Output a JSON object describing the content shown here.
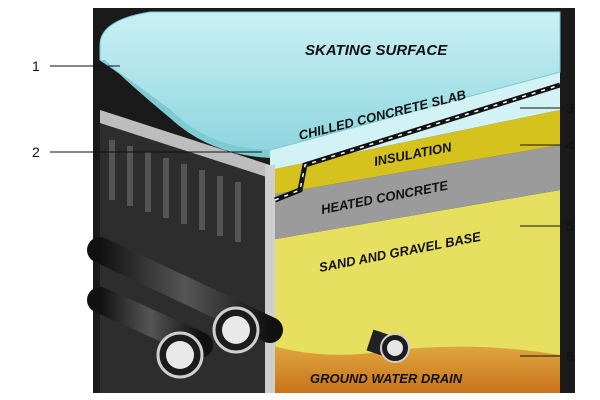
{
  "layers": {
    "skating_surface": "SKATING SURFACE",
    "chilled_slab": "CHILLED CONCRETE SLAB",
    "insulation": "INSULATION",
    "heated_concrete": "HEATED CONCRETE",
    "sand_gravel": "SAND AND GRAVEL BASE",
    "ground_drain": "GROUND WATER DRAIN"
  },
  "callouts": {
    "n1": "1",
    "n2": "2",
    "n3": "3",
    "n4": "4",
    "n5": "5",
    "n6": "6"
  },
  "colors": {
    "ice": "#a9e3ea",
    "slab": "#d6f3f6",
    "insulation": "#d4c21e",
    "heated": "#9a9a9a",
    "sand": "#e6de62",
    "ground": "#d98b22",
    "pipe_bank": "#2a2a2a"
  }
}
